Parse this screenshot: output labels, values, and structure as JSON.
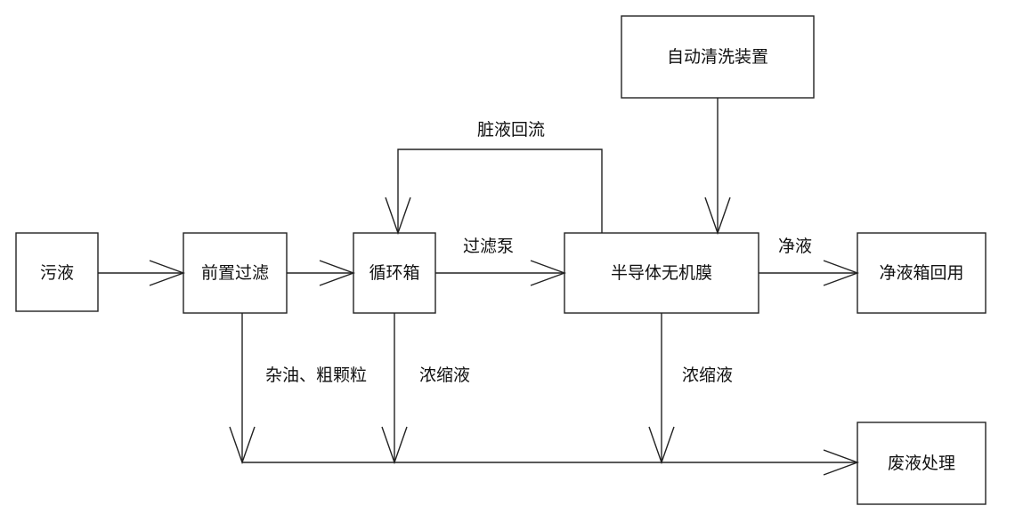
{
  "nodes": {
    "sewage": "污液",
    "prefilter": "前置过滤",
    "circ_tank": "循环箱",
    "membrane": "半导体无机膜",
    "auto_clean": "自动清洗装置",
    "clean_tank": "净液箱回用",
    "waste": "废液处理"
  },
  "edge_labels": {
    "dirty_return": "脏液回流",
    "filter_pump": "过滤泵",
    "clean_liquid": "净液",
    "oil_particles": "杂油、粗颗粒",
    "concentrate_1": "浓缩液",
    "concentrate_2": "浓缩液"
  }
}
